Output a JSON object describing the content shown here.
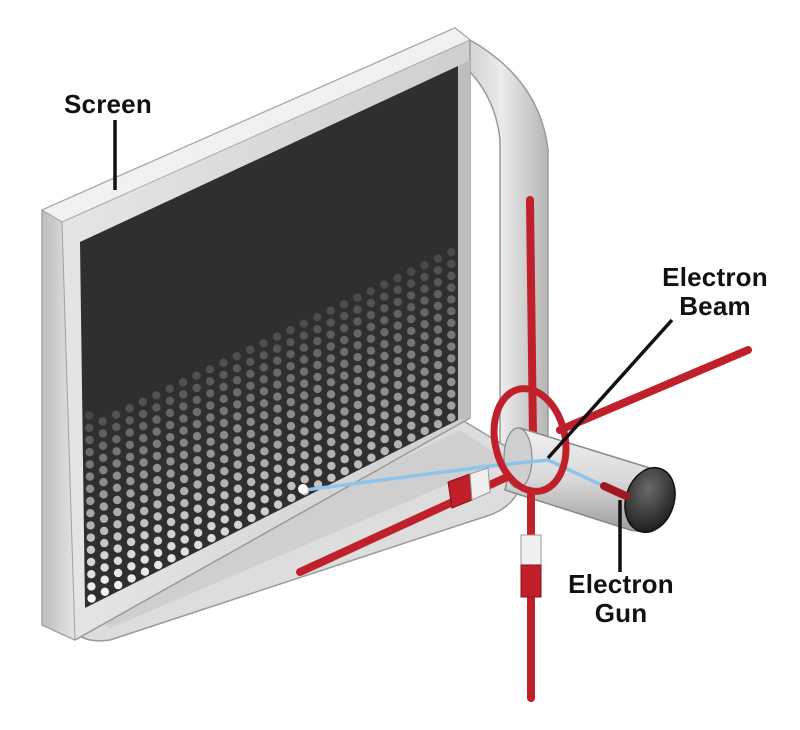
{
  "labels": {
    "screen": "Screen",
    "electron_beam_line1": "Electron",
    "electron_beam_line2": "Beam",
    "electron_gun_line1": "Electron",
    "electron_gun_line2": "Gun"
  },
  "colors": {
    "frame": "#dcdcdc",
    "screen": "#2f2f2f",
    "coil_red": "#c0202a",
    "beam": "#8cc4ee",
    "label": "#111111"
  }
}
